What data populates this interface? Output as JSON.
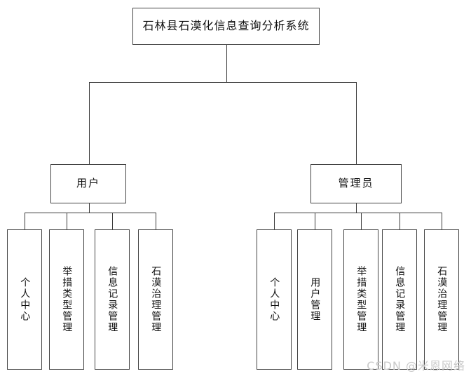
{
  "diagram": {
    "type": "org-chart",
    "root": {
      "label": "石林县石漠化信息查询分析系统"
    },
    "branches": [
      {
        "label": "用户",
        "children": [
          {
            "label": "个人中心"
          },
          {
            "label": "举措类型管理"
          },
          {
            "label": "信息记录管理"
          },
          {
            "label": "石漠治理管理"
          }
        ]
      },
      {
        "label": "管理员",
        "children": [
          {
            "label": "个人中心"
          },
          {
            "label": "用户管理"
          },
          {
            "label": "举措类型管理"
          },
          {
            "label": "信息记录管理"
          },
          {
            "label": "石漠治理管理"
          }
        ]
      }
    ]
  },
  "watermark": {
    "text": "CSDN @米恩网络"
  },
  "colors": {
    "background": "#ffffff",
    "box_border": "#444444",
    "line": "#3a3a3a",
    "text": "#111111",
    "watermark": "#c9c9c9"
  }
}
